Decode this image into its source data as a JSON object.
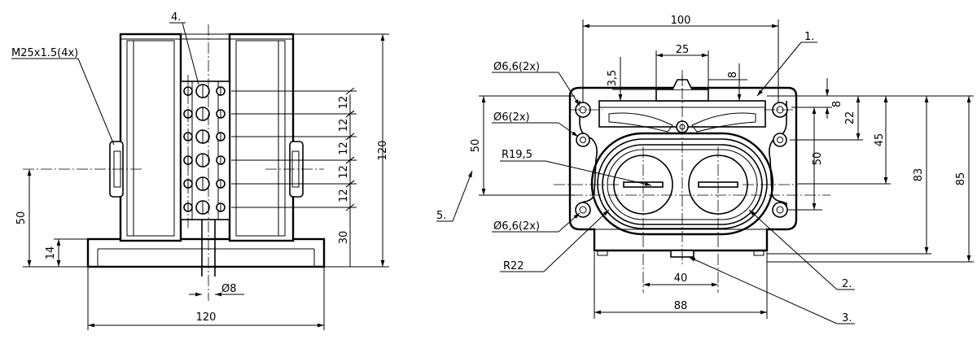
{
  "left_view": {
    "callout_thread": "M25x1.5(4x)",
    "callout_part": "4.",
    "dim_height_total": "120",
    "dim_width_total": "120",
    "dim_center_height": "50",
    "dim_base_height": "14",
    "dim_pin_diameter": "Ø8",
    "dim_terminal_pitch": [
      "12",
      "12",
      "12",
      "12",
      "12"
    ],
    "dim_terminal_base": "30"
  },
  "right_view": {
    "dim_width_top": "100",
    "dim_slot": "25",
    "dim_3_5": "3,5",
    "dim_8_top": "8",
    "dim_8_right": "8",
    "dim_22": "22",
    "dim_45": "45",
    "dim_83": "83",
    "dim_85": "85",
    "dim_50_right": "50",
    "dim_50_left": "50",
    "hole_top": "Ø6,6(2x)",
    "hole_mid": "Ø6(2x)",
    "hole_bottom": "Ø6,6(2x)",
    "radius_upper": "R19,5",
    "radius_lower": "R22",
    "dim_40": "40",
    "dim_88": "88",
    "callout_1": "1.",
    "callout_2": "2.",
    "callout_3": "3.",
    "callout_5": "5."
  }
}
